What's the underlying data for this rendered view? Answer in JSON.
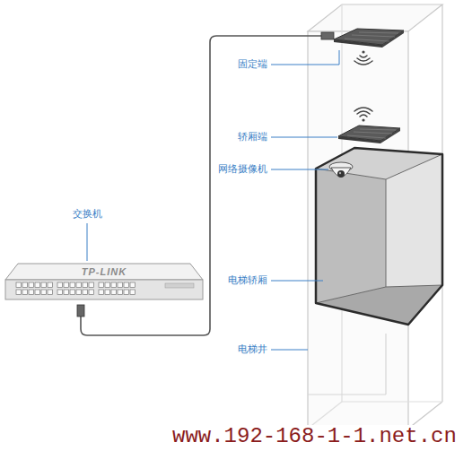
{
  "diagram": {
    "labels": [
      "固定端",
      "轿厢端",
      "网络摄像机",
      "交换机",
      "电梯轿厢",
      "电梯井",
      "TP-LINK",
      "www.192-168-1-1.net.cn"
    ]
  }
}
